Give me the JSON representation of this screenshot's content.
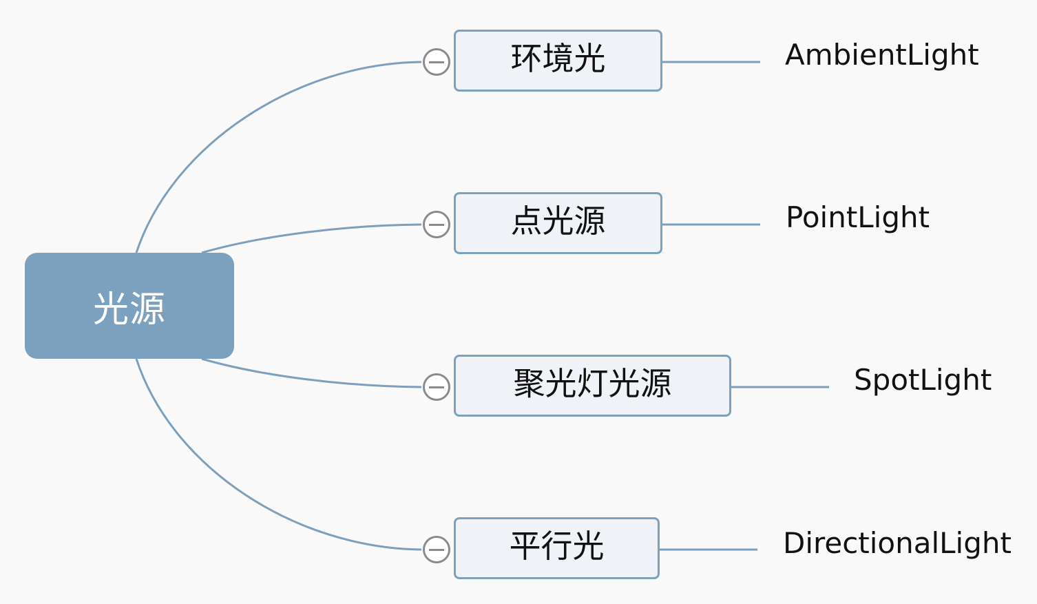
{
  "colors": {
    "background": "#f9f9f9",
    "root_fill": "#7ba1bf",
    "connector": "#7b9fbd",
    "branch_fill": "#eff3f7",
    "branch_border": "#7ba1bf",
    "toggle": "#8a8a8a"
  },
  "root": {
    "label": "光源"
  },
  "branches": [
    {
      "label": "环境光",
      "leaf": "AmbientLight",
      "toggle_icon": "collapse-minus-icon"
    },
    {
      "label": "点光源",
      "leaf": "PointLight",
      "toggle_icon": "collapse-minus-icon"
    },
    {
      "label": "聚光灯光源",
      "leaf": "SpotLight",
      "toggle_icon": "collapse-minus-icon"
    },
    {
      "label": "平行光",
      "leaf": "DirectionalLight",
      "toggle_icon": "collapse-minus-icon"
    }
  ]
}
